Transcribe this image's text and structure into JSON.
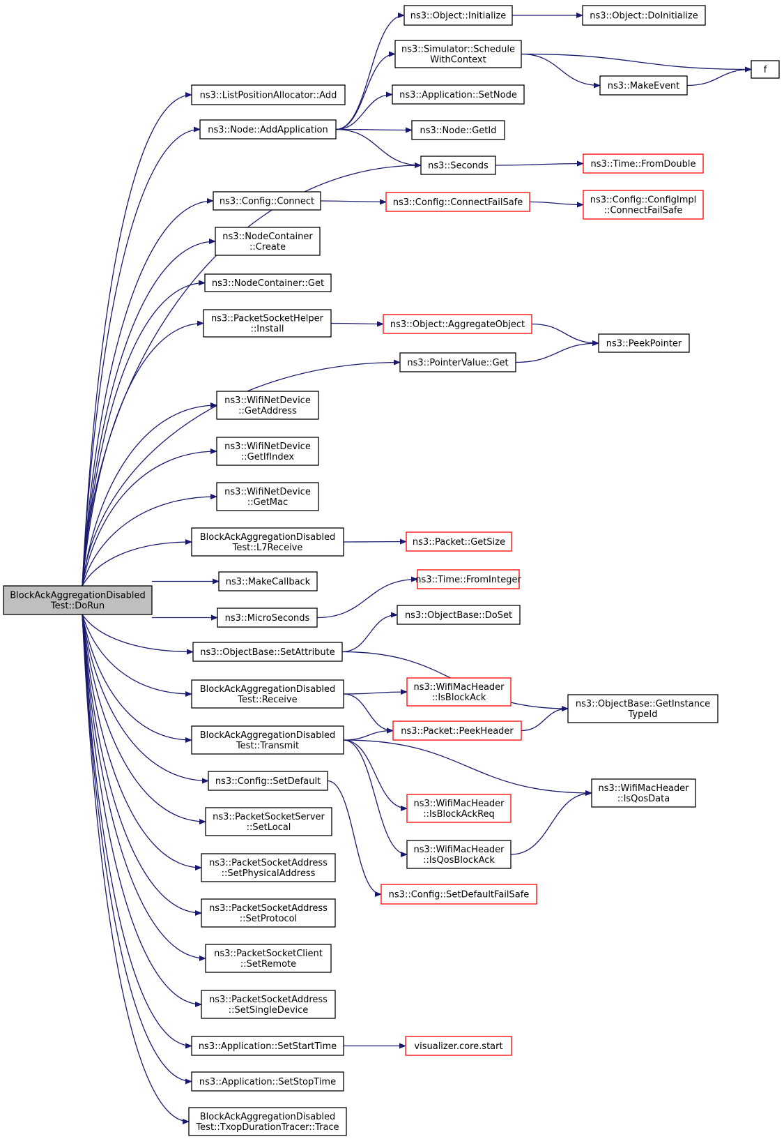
{
  "colors": {
    "edge": "#191970",
    "root_fill": "#bfbfbf",
    "node_border": "#000000",
    "ext_border": "#ff0000",
    "background": "#ffffff"
  },
  "nodes": [
    {
      "id": "root",
      "lines": [
        "BlockAckAggregationDisabled",
        "Test::DoRun"
      ],
      "style": "root"
    },
    {
      "id": "lpa_add",
      "lines": [
        "ns3::ListPositionAllocator::Add"
      ],
      "style": "normal"
    },
    {
      "id": "node_addapp",
      "lines": [
        "ns3::Node::AddApplication"
      ],
      "style": "normal"
    },
    {
      "id": "obj_init",
      "lines": [
        "ns3::Object::Initialize"
      ],
      "style": "normal"
    },
    {
      "id": "obj_doinit",
      "lines": [
        "ns3::Object::DoInitialize"
      ],
      "style": "normal"
    },
    {
      "id": "sim_sched",
      "lines": [
        "ns3::Simulator::Schedule",
        "WithContext"
      ],
      "style": "normal"
    },
    {
      "id": "f",
      "lines": [
        "f"
      ],
      "style": "normal"
    },
    {
      "id": "make_event",
      "lines": [
        "ns3::MakeEvent"
      ],
      "style": "normal"
    },
    {
      "id": "app_setnode",
      "lines": [
        "ns3::Application::SetNode"
      ],
      "style": "normal"
    },
    {
      "id": "node_getid",
      "lines": [
        "ns3::Node::GetId"
      ],
      "style": "normal"
    },
    {
      "id": "seconds",
      "lines": [
        "ns3::Seconds"
      ],
      "style": "normal"
    },
    {
      "id": "time_fromdouble",
      "lines": [
        "ns3::Time::FromDouble"
      ],
      "style": "external"
    },
    {
      "id": "cfg_connect",
      "lines": [
        "ns3::Config::Connect"
      ],
      "style": "normal"
    },
    {
      "id": "cfg_connectfs",
      "lines": [
        "ns3::Config::ConnectFailSafe"
      ],
      "style": "external"
    },
    {
      "id": "cfgimpl_connectfs",
      "lines": [
        "ns3::Config::ConfigImpl",
        "::ConnectFailSafe"
      ],
      "style": "external"
    },
    {
      "id": "nc_create",
      "lines": [
        "ns3::NodeContainer",
        "::Create"
      ],
      "style": "normal"
    },
    {
      "id": "nc_get",
      "lines": [
        "ns3::NodeContainer::Get"
      ],
      "style": "normal"
    },
    {
      "id": "psh_install",
      "lines": [
        "ns3::PacketSocketHelper",
        "::Install"
      ],
      "style": "normal"
    },
    {
      "id": "obj_aggregate",
      "lines": [
        "ns3::Object::AggregateObject"
      ],
      "style": "external"
    },
    {
      "id": "peekpointer",
      "lines": [
        "ns3::PeekPointer"
      ],
      "style": "normal"
    },
    {
      "id": "pv_get",
      "lines": [
        "ns3::PointerValue::Get"
      ],
      "style": "normal"
    },
    {
      "id": "wnd_getaddr",
      "lines": [
        "ns3::WifiNetDevice",
        "::GetAddress"
      ],
      "style": "normal"
    },
    {
      "id": "wnd_getifidx",
      "lines": [
        "ns3::WifiNetDevice",
        "::GetIfIndex"
      ],
      "style": "normal"
    },
    {
      "id": "wnd_getmac",
      "lines": [
        "ns3::WifiNetDevice",
        "::GetMac"
      ],
      "style": "normal"
    },
    {
      "id": "l7receive",
      "lines": [
        "BlockAckAggregationDisabled",
        "Test::L7Receive"
      ],
      "style": "normal"
    },
    {
      "id": "pkt_getsize",
      "lines": [
        "ns3::Packet::GetSize"
      ],
      "style": "external"
    },
    {
      "id": "makecallback",
      "lines": [
        "ns3::MakeCallback"
      ],
      "style": "normal"
    },
    {
      "id": "microseconds",
      "lines": [
        "ns3::MicroSeconds"
      ],
      "style": "normal"
    },
    {
      "id": "time_fromint",
      "lines": [
        "ns3::Time::FromInteger"
      ],
      "style": "external"
    },
    {
      "id": "ob_doset",
      "lines": [
        "ns3::ObjectBase::DoSet"
      ],
      "style": "normal"
    },
    {
      "id": "ob_setattr",
      "lines": [
        "ns3::ObjectBase::SetAttribute"
      ],
      "style": "normal"
    },
    {
      "id": "receive",
      "lines": [
        "BlockAckAggregationDisabled",
        "Test::Receive"
      ],
      "style": "normal"
    },
    {
      "id": "wmh_isblockack",
      "lines": [
        "ns3::WifiMacHeader",
        "::IsBlockAck"
      ],
      "style": "external"
    },
    {
      "id": "ob_getinst",
      "lines": [
        "ns3::ObjectBase::GetInstance",
        "TypeId"
      ],
      "style": "normal"
    },
    {
      "id": "transmit",
      "lines": [
        "BlockAckAggregationDisabled",
        "Test::Transmit"
      ],
      "style": "normal"
    },
    {
      "id": "pkt_peekheader",
      "lines": [
        "ns3::Packet::PeekHeader"
      ],
      "style": "external"
    },
    {
      "id": "cfg_setdefault",
      "lines": [
        "ns3::Config::SetDefault"
      ],
      "style": "normal"
    },
    {
      "id": "wmh_isqosdata",
      "lines": [
        "ns3::WifiMacHeader",
        "::IsQosData"
      ],
      "style": "normal"
    },
    {
      "id": "wmh_isblockackreq",
      "lines": [
        "ns3::WifiMacHeader",
        "::IsBlockAckReq"
      ],
      "style": "external"
    },
    {
      "id": "pss_setlocal",
      "lines": [
        "ns3::PacketSocketServer",
        "::SetLocal"
      ],
      "style": "normal"
    },
    {
      "id": "wmh_isqosblockack",
      "lines": [
        "ns3::WifiMacHeader",
        "::IsQosBlockAck"
      ],
      "style": "normal"
    },
    {
      "id": "psa_setphys",
      "lines": [
        "ns3::PacketSocketAddress",
        "::SetPhysicalAddress"
      ],
      "style": "normal"
    },
    {
      "id": "cfg_setdefaultfs",
      "lines": [
        "ns3::Config::SetDefaultFailSafe"
      ],
      "style": "external"
    },
    {
      "id": "psa_setproto",
      "lines": [
        "ns3::PacketSocketAddress",
        "::SetProtocol"
      ],
      "style": "normal"
    },
    {
      "id": "psc_setremote",
      "lines": [
        "ns3::PacketSocketClient",
        "::SetRemote"
      ],
      "style": "normal"
    },
    {
      "id": "psa_setsingle",
      "lines": [
        "ns3::PacketSocketAddress",
        "::SetSingleDevice"
      ],
      "style": "normal"
    },
    {
      "id": "app_setstart",
      "lines": [
        "ns3::Application::SetStartTime"
      ],
      "style": "normal"
    },
    {
      "id": "vis_start",
      "lines": [
        "visualizer.core.start"
      ],
      "style": "external"
    },
    {
      "id": "app_setstop",
      "lines": [
        "ns3::Application::SetStopTime"
      ],
      "style": "normal"
    },
    {
      "id": "txop_trace",
      "lines": [
        "BlockAckAggregationDisabled",
        "Test::TxopDurationTracer::Trace"
      ],
      "style": "normal"
    }
  ],
  "edges": [
    [
      "root",
      "lpa_add"
    ],
    [
      "root",
      "node_addapp"
    ],
    [
      "root",
      "seconds"
    ],
    [
      "root",
      "cfg_connect"
    ],
    [
      "root",
      "nc_create"
    ],
    [
      "root",
      "nc_get"
    ],
    [
      "root",
      "psh_install"
    ],
    [
      "root",
      "pv_get"
    ],
    [
      "root",
      "wnd_getaddr"
    ],
    [
      "root",
      "wnd_getifidx"
    ],
    [
      "root",
      "wnd_getmac"
    ],
    [
      "root",
      "l7receive"
    ],
    [
      "root",
      "makecallback"
    ],
    [
      "root",
      "microseconds"
    ],
    [
      "root",
      "ob_setattr"
    ],
    [
      "root",
      "receive"
    ],
    [
      "root",
      "transmit"
    ],
    [
      "root",
      "cfg_setdefault"
    ],
    [
      "root",
      "pss_setlocal"
    ],
    [
      "root",
      "psa_setphys"
    ],
    [
      "root",
      "psa_setproto"
    ],
    [
      "root",
      "psc_setremote"
    ],
    [
      "root",
      "psa_setsingle"
    ],
    [
      "root",
      "app_setstart"
    ],
    [
      "root",
      "app_setstop"
    ],
    [
      "root",
      "txop_trace"
    ],
    [
      "node_addapp",
      "obj_init"
    ],
    [
      "node_addapp",
      "sim_sched"
    ],
    [
      "node_addapp",
      "app_setnode"
    ],
    [
      "node_addapp",
      "node_getid"
    ],
    [
      "node_addapp",
      "seconds"
    ],
    [
      "obj_init",
      "obj_doinit"
    ],
    [
      "sim_sched",
      "f"
    ],
    [
      "sim_sched",
      "make_event"
    ],
    [
      "make_event",
      "f"
    ],
    [
      "seconds",
      "time_fromdouble"
    ],
    [
      "cfg_connect",
      "cfg_connectfs"
    ],
    [
      "cfg_connectfs",
      "cfgimpl_connectfs"
    ],
    [
      "psh_install",
      "obj_aggregate"
    ],
    [
      "obj_aggregate",
      "peekpointer"
    ],
    [
      "pv_get",
      "peekpointer"
    ],
    [
      "l7receive",
      "pkt_getsize"
    ],
    [
      "microseconds",
      "time_fromint"
    ],
    [
      "ob_setattr",
      "ob_doset"
    ],
    [
      "ob_setattr",
      "ob_getinst"
    ],
    [
      "receive",
      "wmh_isblockack"
    ],
    [
      "receive",
      "pkt_peekheader"
    ],
    [
      "pkt_peekheader",
      "ob_getinst"
    ],
    [
      "transmit",
      "pkt_peekheader"
    ],
    [
      "transmit",
      "wmh_isqosdata"
    ],
    [
      "transmit",
      "wmh_isblockackreq"
    ],
    [
      "transmit",
      "wmh_isqosblockack"
    ],
    [
      "wmh_isqosblockack",
      "wmh_isqosdata"
    ],
    [
      "cfg_setdefault",
      "cfg_setdefaultfs"
    ],
    [
      "app_setstart",
      "vis_start"
    ]
  ]
}
